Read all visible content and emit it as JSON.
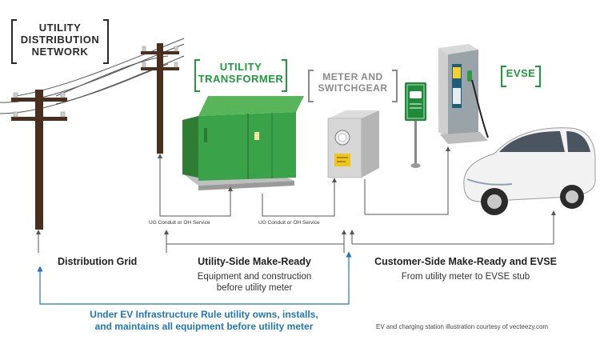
{
  "labels": {
    "distribution_network": "UTILITY\nDISTRIBUTION\nNETWORK",
    "utility_transformer": "UTILITY\nTRANSFORMER",
    "meter_switchgear": "METER AND\nSWITCHGEAR",
    "evse": "EVSE"
  },
  "conduit_labels": {
    "left": "UG Conduit or OH Service",
    "right": "UG Conduit or OH Service"
  },
  "segments": {
    "distribution_grid": "Distribution Grid",
    "utility_side_title": "Utility-Side Make-Ready",
    "utility_side_desc_1": "Equipment and construction",
    "utility_side_desc_2": "before utility meter",
    "customer_side_title": "Customer-Side Make-Ready and EVSE",
    "customer_side_desc": "From utility meter to EVSE stub"
  },
  "rule_note": {
    "line1": "Under EV Infrastructure Rule utility owns, installs,",
    "line2": "and maintains all equipment before utility meter"
  },
  "credit": "EV and charging station illustration courtesy of vecteezy.com",
  "colors": {
    "green_label": "#1e9a3a",
    "blue_note": "#1f78b8",
    "pole_brown": "#4a2e1e",
    "transformer_green": "#3aa34a",
    "arrow_gray": "#555555"
  }
}
